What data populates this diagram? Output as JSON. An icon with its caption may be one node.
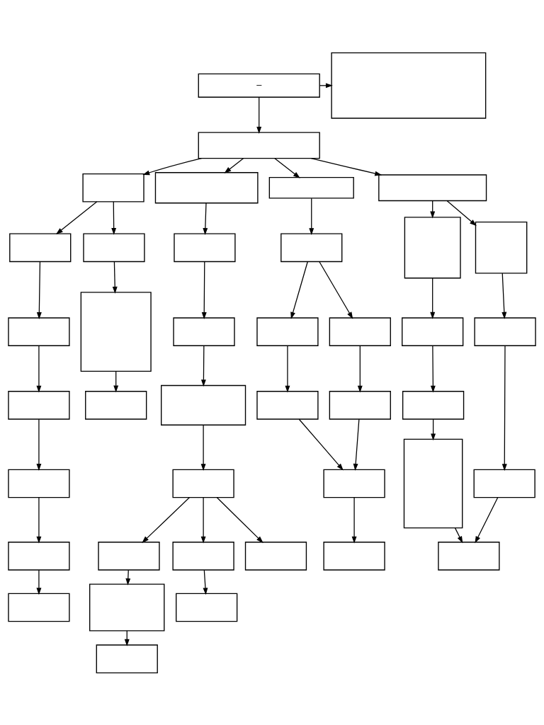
{
  "diagram": {
    "nodes": [
      {
        "text": [
          "–"
        ]
      },
      {
        "text": [],
        "shape": "box"
      },
      {
        "text": [],
        "shape": "box"
      },
      {
        "text": [],
        "shape": "box"
      },
      {
        "text": [],
        "shape": "box"
      },
      {
        "text": [],
        "shape": "box"
      },
      {
        "text": [],
        "shape": "box"
      },
      {
        "text": [],
        "shape": "box"
      },
      {
        "text": [],
        "shape": "box"
      },
      {
        "text": [],
        "shape": "box"
      },
      {
        "text": [],
        "shape": "box"
      },
      {
        "text": [],
        "shape": "box"
      },
      {
        "text": [],
        "shape": "box"
      },
      {
        "text": [],
        "shape": "box"
      },
      {
        "text": [],
        "shape": "box"
      },
      {
        "text": [],
        "shape": "box"
      },
      {
        "text": [],
        "shape": "box"
      },
      {
        "text": [],
        "shape": "box"
      },
      {
        "text": [],
        "shape": "box"
      },
      {
        "text": [],
        "shape": "box"
      },
      {
        "text": [],
        "shape": "box"
      },
      {
        "text": [],
        "shape": "box"
      },
      {
        "text": [],
        "shape": "box"
      },
      {
        "text": [],
        "shape": "box"
      },
      {
        "text": [],
        "shape": "box"
      },
      {
        "text": [],
        "shape": "box"
      },
      {
        "text": [],
        "shape": "box"
      },
      {
        "text": [],
        "shape": "box"
      },
      {
        "text": [],
        "shape": "box"
      },
      {
        "text": [],
        "shape": "box"
      },
      {
        "text": [],
        "shape": "box"
      },
      {
        "text": [],
        "shape": "box"
      },
      {
        "text": [],
        "shape": "box"
      },
      {
        "text": [],
        "shape": "box"
      },
      {
        "text": [],
        "shape": "box"
      },
      {
        "text": [],
        "shape": "box"
      },
      {
        "text": [],
        "shape": "box"
      },
      {
        "text": [],
        "shape": "box"
      },
      {
        "text": [],
        "shape": "box"
      },
      {
        "text": [],
        "shape": "box"
      },
      {
        "text": [],
        "shape": "box"
      }
    ],
    "edges": [
      {
        "from": 0,
        "to": 1,
        "arrow": "to"
      },
      {
        "from": 0,
        "to": 2,
        "arrow": "to"
      },
      {
        "from": 2,
        "to": 3,
        "arrow": "to"
      },
      {
        "from": 2,
        "to": 13,
        "arrow": "to"
      },
      {
        "from": 2,
        "to": 24,
        "arrow": "to"
      },
      {
        "from": 2,
        "to": 32,
        "arrow": "to"
      },
      {
        "from": 3,
        "to": 4,
        "arrow": "to"
      },
      {
        "from": 4,
        "to": 5,
        "arrow": "to"
      },
      {
        "from": 5,
        "to": 6,
        "arrow": "to"
      },
      {
        "from": 6,
        "to": 7,
        "arrow": "to"
      },
      {
        "from": 7,
        "to": 8,
        "arrow": "to"
      },
      {
        "from": 8,
        "to": 9,
        "arrow": "to"
      },
      {
        "from": 3,
        "to": 10,
        "arrow": "to"
      },
      {
        "from": 10,
        "to": 11,
        "arrow": "to"
      },
      {
        "from": 11,
        "to": 12,
        "arrow": "to"
      },
      {
        "from": 13,
        "to": 14,
        "arrow": "to"
      },
      {
        "from": 14,
        "to": 15,
        "arrow": "to"
      },
      {
        "from": 15,
        "to": 16,
        "arrow": "to"
      },
      {
        "from": 16,
        "to": 17,
        "arrow": "to"
      },
      {
        "from": 17,
        "to": 18,
        "arrow": "to"
      },
      {
        "from": 18,
        "to": 19,
        "arrow": "to"
      },
      {
        "from": 19,
        "to": 20,
        "arrow": "to"
      },
      {
        "from": 17,
        "to": 21,
        "arrow": "to"
      },
      {
        "from": 17,
        "to": 23,
        "arrow": "to"
      },
      {
        "from": 21,
        "to": 22,
        "arrow": "to"
      },
      {
        "from": 24,
        "to": 25,
        "arrow": "to"
      },
      {
        "from": 25,
        "to": 26,
        "arrow": "to"
      },
      {
        "from": 25,
        "to": 27,
        "arrow": "to"
      },
      {
        "from": 26,
        "to": 28,
        "arrow": "to"
      },
      {
        "from": 27,
        "to": 29,
        "arrow": "to"
      },
      {
        "from": 28,
        "to": 30,
        "arrow": "to"
      },
      {
        "from": 29,
        "to": 30,
        "arrow": "to"
      },
      {
        "from": 30,
        "to": 31,
        "arrow": "to"
      },
      {
        "from": 32,
        "to": 33,
        "arrow": "to"
      },
      {
        "from": 32,
        "to": 34,
        "arrow": "to"
      },
      {
        "from": 33,
        "to": 35,
        "arrow": "to"
      },
      {
        "from": 35,
        "to": 37,
        "arrow": "to"
      },
      {
        "from": 37,
        "to": 39,
        "arrow": "to"
      },
      {
        "from": 39,
        "to": 40,
        "arrow": "to"
      },
      {
        "from": 34,
        "to": 36,
        "arrow": "to"
      },
      {
        "from": 36,
        "to": 38,
        "arrow": "to"
      },
      {
        "from": 38,
        "to": 40,
        "arrow": "to"
      }
    ]
  }
}
